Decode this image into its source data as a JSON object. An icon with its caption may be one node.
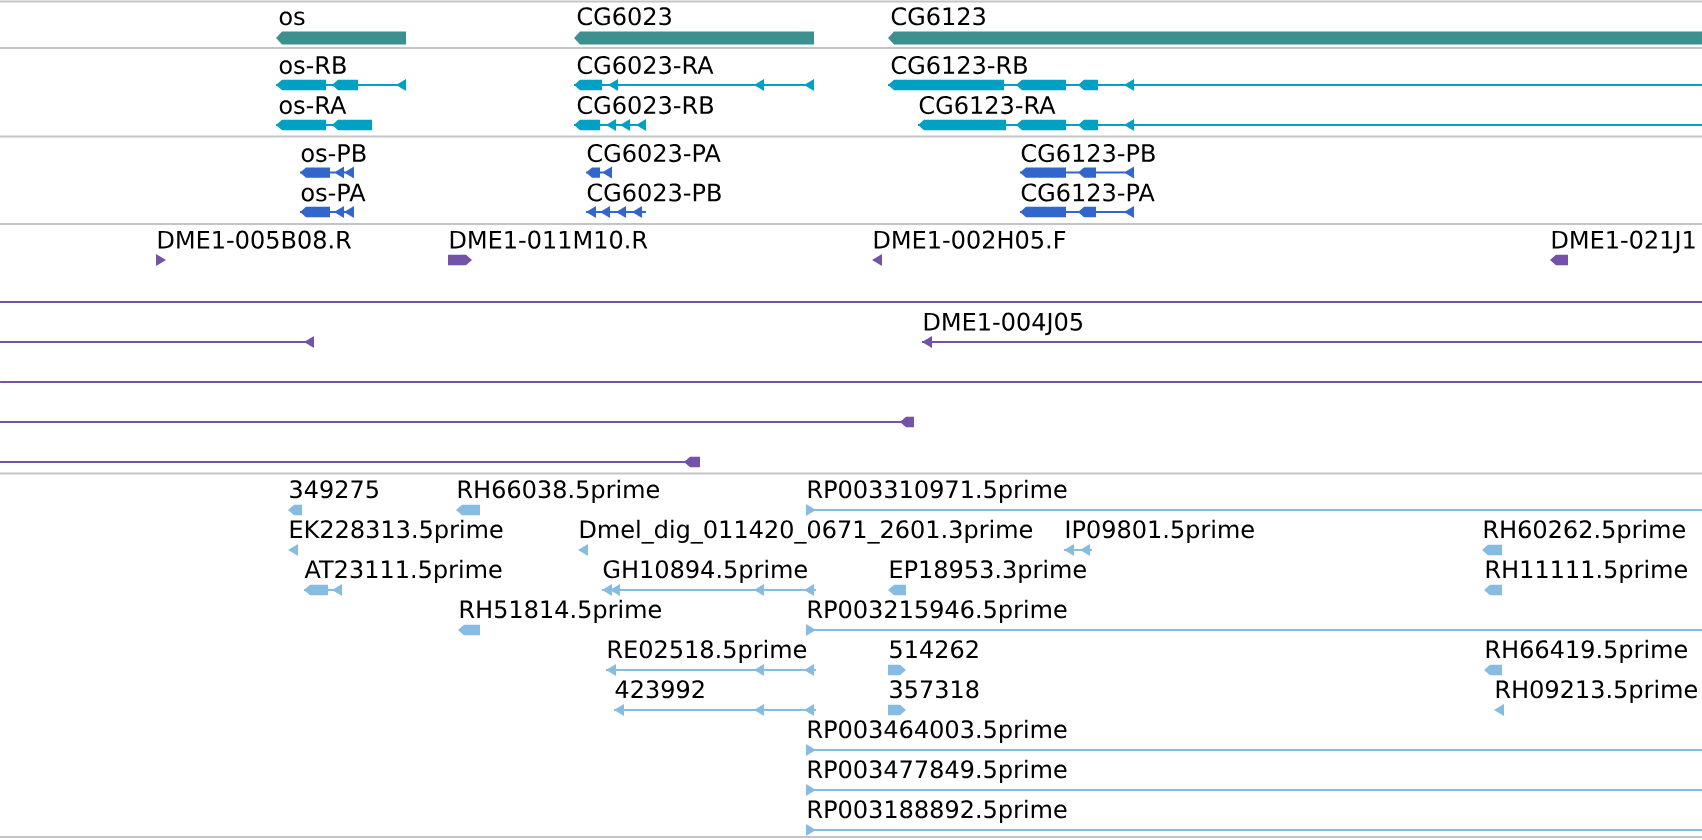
{
  "diagram": {
    "nodes": [
      {
        "text": [
          "os"
        ]
      },
      {
        "text": [
          "CG6023"
        ]
      },
      {
        "text": [
          "CG6123"
        ]
      },
      {
        "text": [
          "os-RB"
        ]
      },
      {
        "text": [
          "CG6023-RA"
        ]
      },
      {
        "text": [
          "CG6123-RB"
        ]
      },
      {
        "text": [
          "os-RA"
        ]
      },
      {
        "text": [
          "CG6023-RB"
        ]
      },
      {
        "text": [
          "CG6123-RA"
        ]
      },
      {
        "text": [
          "os-PB"
        ]
      },
      {
        "text": [
          "CG6023-PA"
        ]
      },
      {
        "text": [
          "CG6123-PB"
        ]
      },
      {
        "text": [
          "os-PA"
        ]
      },
      {
        "text": [
          "CG6023-PB"
        ]
      },
      {
        "text": [
          "CG6123-PA"
        ]
      },
      {
        "text": [
          "DME1-005B08.R"
        ]
      },
      {
        "text": [
          "DME1-011M10.R"
        ]
      },
      {
        "text": [
          "DME1-002H05.F"
        ]
      },
      {
        "text": [
          "DME1-021J1"
        ]
      },
      {
        "text": [],
        "shape": "line"
      },
      {
        "text": [],
        "shape": "line"
      },
      {
        "text": [
          "DME1-004J05"
        ]
      },
      {
        "text": [],
        "shape": "line"
      },
      {
        "text": [],
        "shape": "line"
      },
      {
        "text": [],
        "shape": "line"
      },
      {
        "text": [
          "349275"
        ]
      },
      {
        "text": [
          "RH66038.5prime"
        ]
      },
      {
        "text": [
          "RP003310971.5prime"
        ]
      },
      {
        "text": [
          "EK228313.5prime"
        ]
      },
      {
        "text": [
          "Dmel_dig_011420_0671_2601.3prime"
        ]
      },
      {
        "text": [
          "IP09801.5prime"
        ]
      },
      {
        "text": [
          "RH60262.5prime"
        ]
      },
      {
        "text": [
          "AT23111.5prime"
        ]
      },
      {
        "text": [
          "GH10894.5prime"
        ]
      },
      {
        "text": [
          "EP18953.3prime"
        ]
      },
      {
        "text": [
          "RH11111.5prime"
        ]
      },
      {
        "text": [
          "RH51814.5prime"
        ]
      },
      {
        "text": [
          "RP003215946.5prime"
        ]
      },
      {
        "text": [
          "RE02518.5prime"
        ]
      },
      {
        "text": [
          "514262"
        ]
      },
      {
        "text": [
          "RH66419.5prime"
        ]
      },
      {
        "text": [
          "423992"
        ]
      },
      {
        "text": [
          "357318"
        ]
      },
      {
        "text": [
          "RH09213.5prime"
        ]
      },
      {
        "text": [
          "RP003464003.5prime"
        ]
      },
      {
        "text": [
          "RP003477849.5prime"
        ]
      },
      {
        "text": [
          "RP003188892.5prime"
        ]
      }
    ]
  }
}
